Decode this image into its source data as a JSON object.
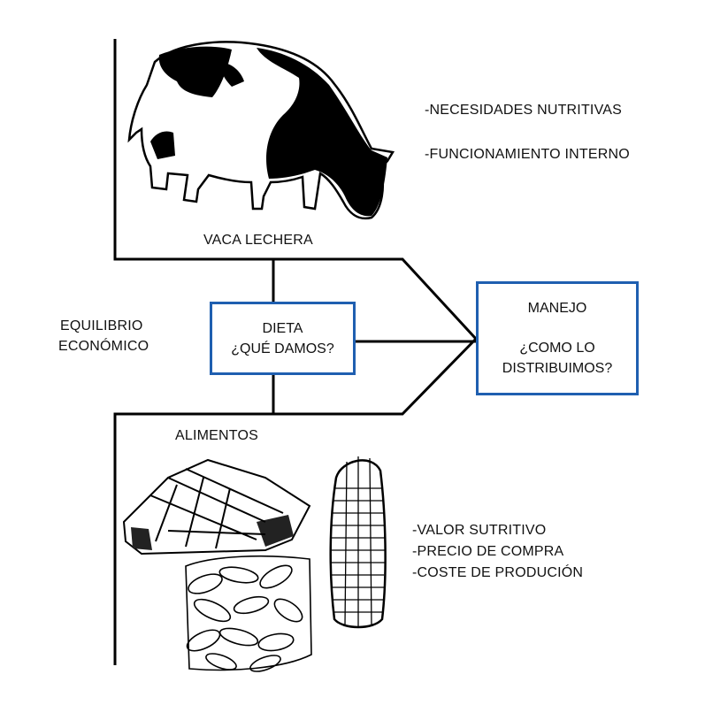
{
  "cow": {
    "label": "VACA LECHERA",
    "notes": [
      "-NECESIDADES NUTRITIVAS",
      "-FUNCIONAMIENTO INTERNO"
    ]
  },
  "economic_balance": {
    "line1": "EQUILIBRIO",
    "line2": "ECONÓMICO"
  },
  "diet_box": {
    "line1": "DIETA",
    "line2": "¿QUÉ DAMOS?",
    "border_color": "#1f5fb0"
  },
  "management_box": {
    "line1": "MANEJO",
    "line2": "¿COMO LO",
    "line3": "DISTRIBUIMOS?",
    "border_color": "#1f5fb0"
  },
  "feeds": {
    "label": "ALIMENTOS",
    "notes": [
      "-VALOR SUTRITIVO",
      "-PRECIO DE COMPRA",
      "-COSTE DE PRODUCIÓN"
    ]
  },
  "illustrations": [
    "cow-illustration",
    "hay-bale-illustration",
    "grain-illustration",
    "corn-cob-illustration"
  ]
}
